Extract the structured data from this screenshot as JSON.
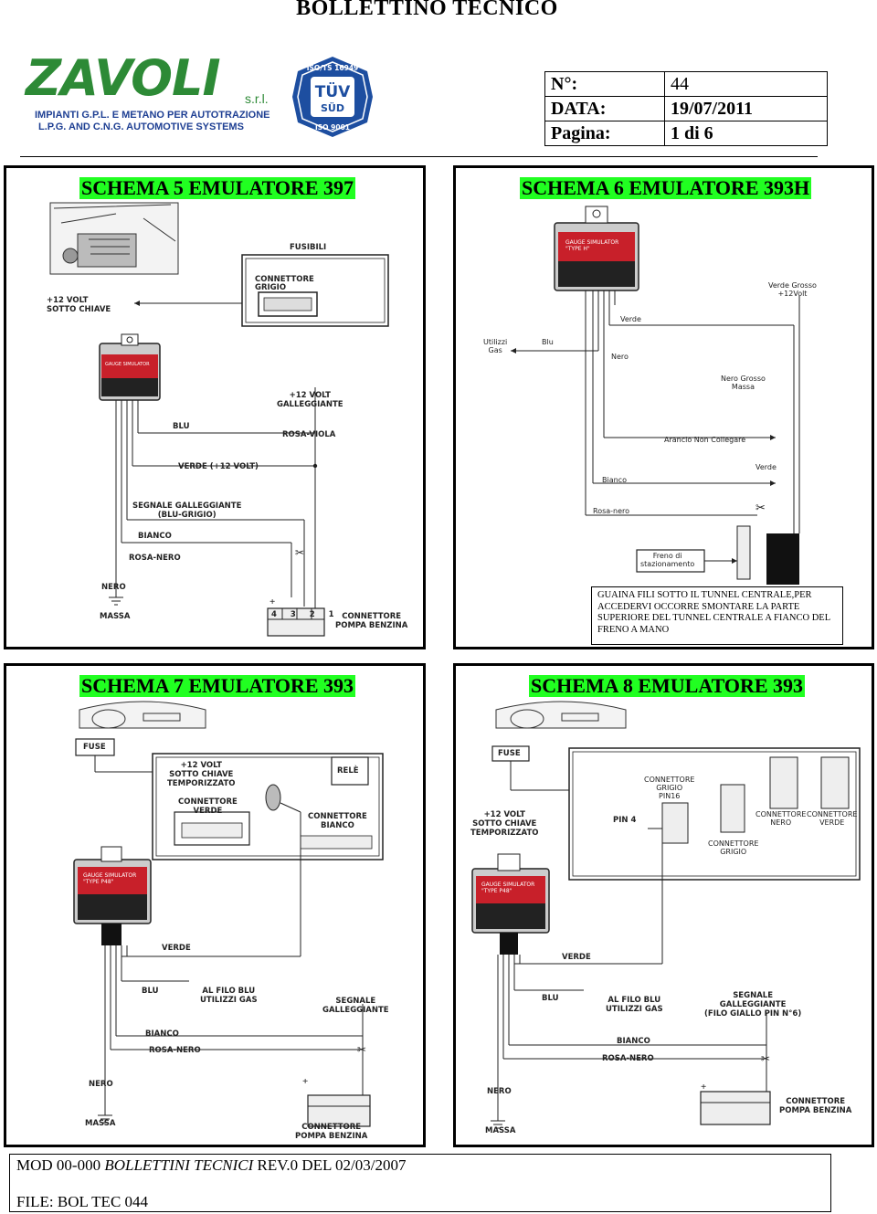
{
  "header": {
    "title": "BOLLETTINO TECNICO",
    "logo": {
      "name": "ZAVOLI",
      "suffix": "s.r.l.",
      "tagline_1": "IMPIANTI G.P.L. E METANO PER AUTOTRAZIONE",
      "tagline_2": "L.P.G. AND C.N.G. AUTOMOTIVE SYSTEMS"
    },
    "cert": {
      "top": "ISO/TS 16949",
      "name": "TÜV",
      "sub": "SÜD",
      "bottom": "ISO 9001"
    },
    "info": [
      {
        "key": "N°:",
        "value": "44"
      },
      {
        "key": "DATA:",
        "value": "19/07/2011"
      },
      {
        "key": "Pagina:",
        "value": "1 di 6"
      }
    ]
  },
  "panels": {
    "s5": {
      "title": "SCHEMA 5 EMULATORE 397",
      "labels": {
        "fusibili": "FUSIBILI",
        "connettore_grigio": "CONNETTORE\nGRIGIO",
        "volt12_chiave": "+12 VOLT\nSOTTO CHIAVE",
        "volt12_gall": "+12 VOLT\nGALLEGGIANTE",
        "blu": "BLU",
        "rosa_viola": "ROSA-VIOLA",
        "verde": "VERDE (+12 VOLT)",
        "segnale": "SEGNALE GALLEGGIANTE\n(BLU-GRIGIO)",
        "bianco": "BIANCO",
        "rosa_nero": "ROSA-NERO",
        "nero": "NERO",
        "massa": "MASSA",
        "pins": "4 3 2 1",
        "pompa": "CONNETTORE\nPOMPA BENZINA",
        "device": "GAUGE SIMULATOR"
      }
    },
    "s6": {
      "title": "SCHEMA 6 EMULATORE 393H",
      "labels": {
        "device": "GAUGE SIMULATOR\n\"TYPE H\"",
        "verde_grosso": "Verde Grosso\n+12Volt",
        "verde": "Verde",
        "utilizzi": "Utilizzi\nGas",
        "blu": "Blu",
        "nero": "Nero",
        "nero_grosso": "Nero Grosso\nMassa",
        "arancio": "Arancio Non Collegare",
        "verde2": "Verde",
        "bianco": "Bianco",
        "rosa_nero": "Rosa-nero",
        "freno": "Freno di\nstazionamento"
      },
      "note": "GUAINA FILI SOTTO IL TUNNEL CENTRALE,PER ACCEDERVI OCCORRE SMONTARE LA PARTE SUPERIORE DEL TUNNEL CENTRALE A FIANCO DEL FRENO A MANO"
    },
    "s7": {
      "title": "SCHEMA 7 EMULATORE 393",
      "labels": {
        "fuse": "FUSE",
        "volt12": "+12 VOLT\nSOTTO CHIAVE\nTEMPORIZZATO",
        "rele": "RELÈ",
        "conn_verde": "CONNETTORE\nVERDE",
        "conn_bianco": "CONNETTORE\nBIANCO",
        "device": "GAUGE SIMULATOR\n\"TYPE P48\"",
        "verde": "VERDE",
        "blu": "BLU",
        "al_filo": "AL FILO BLU\nUTILIZZI GAS",
        "segnale": "SEGNALE\nGALLEGGIANTE",
        "bianco": "BIANCO",
        "rosa_nero": "ROSA-NERO",
        "nero": "NERO",
        "massa": "MASSA",
        "pompa": "CONNETTORE\nPOMPA BENZINA"
      }
    },
    "s8": {
      "title": "SCHEMA 8 EMULATORE 393",
      "labels": {
        "fuse": "FUSE",
        "conn_grigio_pin16": "CONNETTORE\nGRIGIO\nPIN16",
        "conn_nero": "CONNETTORE\nNERO",
        "conn_verde": "CONNETTORE\nVERDE",
        "conn_grigio": "CONNETTORE\nGRIGIO",
        "volt12": "+12 VOLT\nSOTTO CHIAVE\nTEMPORIZZATO",
        "pin4": "PIN 4",
        "device": "GAUGE SIMULATOR\n\"TYPE P48\"",
        "verde": "VERDE",
        "blu": "BLU",
        "al_filo": "AL FILO BLU\nUTILIZZI GAS",
        "segnale": "SEGNALE\nGALLEGGIANTE\n(FILO GIALLO PIN N°6)",
        "bianco": "BIANCO",
        "rosa_nero": "ROSA-NERO",
        "nero": "NERO",
        "massa": "MASSA",
        "pompa": "CONNETTORE\nPOMPA BENZINA"
      }
    }
  },
  "footer": {
    "mod": "MOD 00-000",
    "name": "BOLLETTINI TECNICI",
    "rev": "REV.0",
    "del": "DEL 02/03/2007",
    "file": "FILE: BOL TEC 044"
  }
}
